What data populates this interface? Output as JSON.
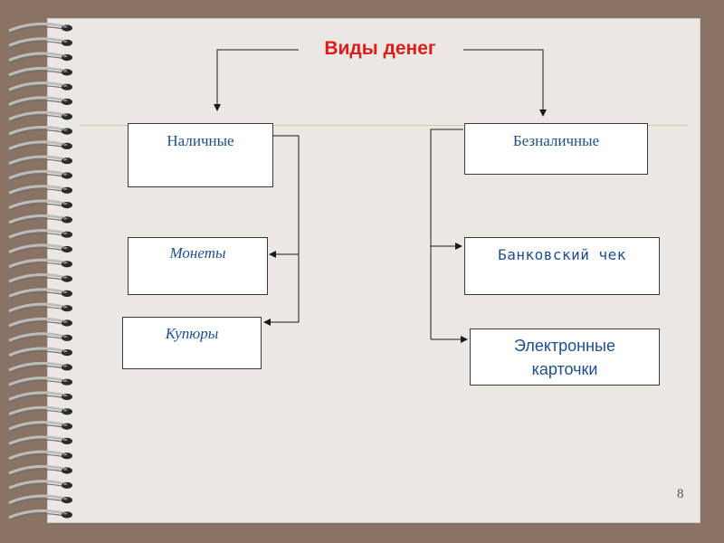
{
  "diagram": {
    "title": "Виды денег",
    "left_branch": {
      "root": "Наличные",
      "children": [
        "Монеты",
        "Купюры"
      ]
    },
    "right_branch": {
      "root": "Безналичные",
      "children": [
        "Банковский чек",
        "Электронные карточки"
      ]
    }
  },
  "slide": {
    "page_number": "8"
  },
  "colors": {
    "title": "#e01b1b",
    "node_text": "#1f4e8c",
    "background": "#8a7364",
    "paper": "#ebe8e4"
  }
}
